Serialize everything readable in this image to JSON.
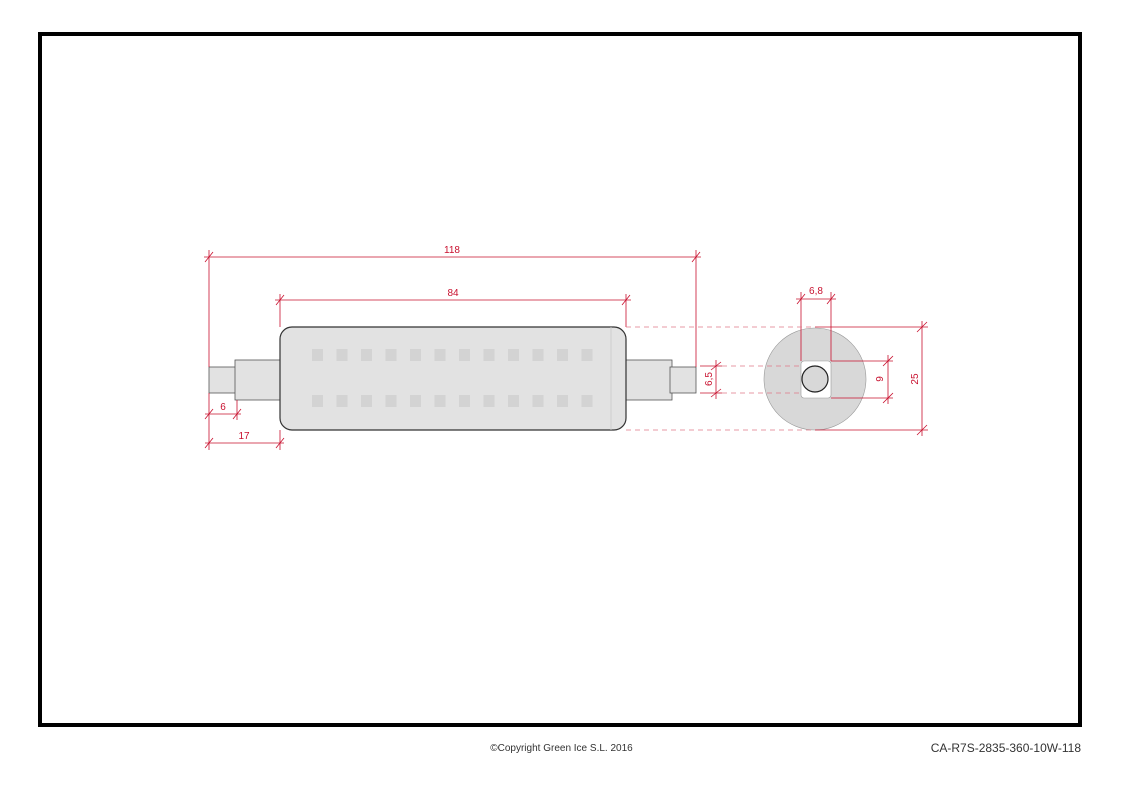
{
  "drawing": {
    "dimensions": {
      "overall_length": "118",
      "body_length": "84",
      "tip_length": "6",
      "cap_length": "17",
      "pin_spacing": "6,5",
      "pin_width": "6,8",
      "core_height": "9",
      "diameter": "25"
    },
    "colors": {
      "dimension": "#c8102e",
      "body_fill": "#e2e2e2",
      "outline": "#333333"
    }
  },
  "footer": {
    "copyright": "©Copyright Green Ice S.L. 2016",
    "part_number": "CA-R7S-2835-360-10W-118"
  }
}
